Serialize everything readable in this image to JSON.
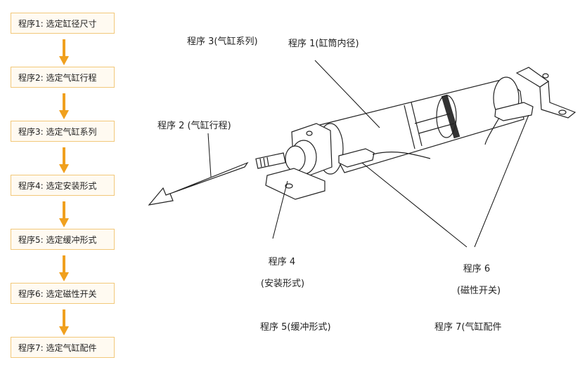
{
  "steps": [
    {
      "label": "程序1: 选定缸径尺寸"
    },
    {
      "label": "程序2: 选定气缸行程"
    },
    {
      "label": "程序3: 选定气缸系列"
    },
    {
      "label": "程序4: 选定安装形式"
    },
    {
      "label": "程序5: 选定缓冲形式"
    },
    {
      "label": "程序6: 选定磁性开关"
    },
    {
      "label": "程序7: 选定气缸配件"
    }
  ],
  "diagram": {
    "label_series": "程序 3(气缸系列)",
    "label_bore": "程序 1(缸筒内径)",
    "label_stroke": "程序 2 (气缸行程)",
    "label_mount_title": "程序 4",
    "label_mount_sub": "(安装形式)",
    "label_switch_title": "程序 6",
    "label_switch_sub": "(磁性开关)",
    "label_cushion": "程序 5(缓冲形式)",
    "label_accessory": "程序 7(气缸配件"
  },
  "colors": {
    "arrow": "#f0a01e",
    "box_border": "#f2c87a",
    "box_bg": "#fffaf1"
  }
}
